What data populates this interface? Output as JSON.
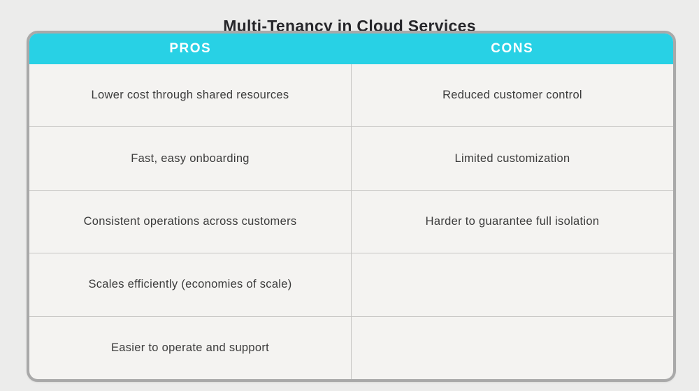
{
  "title": "Multi-Tenancy in Cloud Services",
  "table": {
    "headers": {
      "pros": "PROS",
      "cons": "CONS"
    },
    "rows": [
      {
        "pros": "Lower cost through shared resources",
        "cons": "Reduced customer control"
      },
      {
        "pros": "Fast, easy onboarding",
        "cons": "Limited customization"
      },
      {
        "pros": "Consistent operations across customers",
        "cons": "Harder to guarantee full isolation"
      },
      {
        "pros": "Scales efficiently (economies of scale)",
        "cons": ""
      },
      {
        "pros": "Easier to operate and support",
        "cons": ""
      }
    ]
  },
  "colors": {
    "accent_header_bg": "#28D1E5",
    "header_text": "#FFFFFF",
    "page_bg": "#ECECEB",
    "cell_bg": "#F4F3F1",
    "outer_border": "#A9A9A9",
    "divider": "#C6C5C3",
    "cell_text": "#3B3B3B",
    "title_text": "#26262A"
  }
}
